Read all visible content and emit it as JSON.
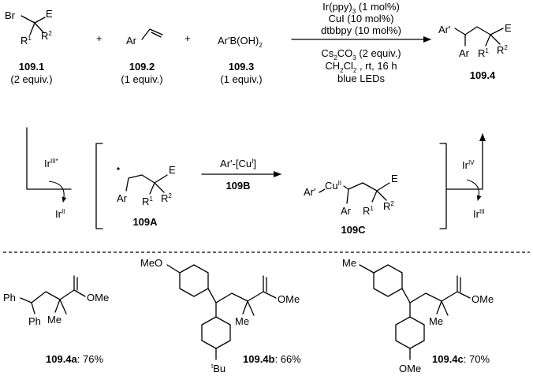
{
  "reagents": {
    "alkyl_bromide": {
      "br": "Br",
      "e": "E",
      "r1": "R",
      "r1_sup": "1",
      "r2": "R",
      "r2_sup": "2",
      "number": "109.1",
      "equiv": "(2 equiv.)"
    },
    "plus": "+",
    "styrene": {
      "ar": "Ar",
      "number": "109.2",
      "equiv": "(1 equiv.)"
    },
    "boronic_acid": {
      "ar": "Ar'B(OH)",
      "sub": "2",
      "number": "109.3",
      "equiv": "(1 equiv.)"
    }
  },
  "conditions": {
    "above": [
      "Ir(ppy)",
      "CuI (10 mol%)",
      "dtbbpy (10 mol%)"
    ],
    "above_sub": "3",
    "above_tail": " (1 mol%)",
    "below_1": "Cs",
    "below_1_sub_a": "2",
    "below_1_mid": "CO",
    "below_1_sub_b": "3",
    "below_1_tail": " (2 equiv.)",
    "below_2": "CH",
    "below_2_sub_a": "2",
    "below_2_mid": "Cl",
    "below_2_sub_b": "2",
    "below_2_tail": " , rt, 16 h",
    "below_3": "blue LEDs"
  },
  "product": {
    "ar_prime": "Ar'",
    "ar": "Ar",
    "e": "E",
    "r1": "R",
    "r1_sup": "1",
    "r2": "R",
    "r2_sup": "2",
    "number": "109.4"
  },
  "mechanism": {
    "ir3_star": "Ir",
    "ir3_star_sup": "III*",
    "ir2": "Ir",
    "ir2_sup": "II",
    "radical": {
      "ar": "Ar",
      "e": "E",
      "r1": "R",
      "r1_sup": "1",
      "r2": "R",
      "r2_sup": "2",
      "number": "109A"
    },
    "step_reagent": "Ar'-[Cu",
    "step_reagent_sup": "I",
    "step_reagent_tail": "]",
    "step_label": "109B",
    "cu_complex": {
      "ar_prime": "Ar'",
      "cu": "Cu",
      "cu_sup": "II",
      "ar": "Ar",
      "e": "E",
      "r1": "R",
      "r1_sup": "1",
      "r2": "R",
      "r2_sup": "2",
      "number": "109C"
    },
    "ir4": "Ir",
    "ir4_sup": "IV",
    "ir3": "Ir",
    "ir3_sup": "III"
  },
  "examples": [
    {
      "ph_top": "Ph",
      "ph_bottom": "Ph",
      "me": "Me",
      "ome": "OMe",
      "number": "109.4a",
      "yield": ": 76%"
    },
    {
      "meo": "MeO",
      "me": "Me",
      "ome": "OMe",
      "tbu_sup": "t",
      "tbu": "Bu",
      "number": "109.4b",
      "yield": ": 66%"
    },
    {
      "me_top": "Me",
      "me": "Me",
      "ome": "OMe",
      "ome_bottom": "OMe",
      "number": "109.4c",
      "yield": ": 70%"
    }
  ]
}
